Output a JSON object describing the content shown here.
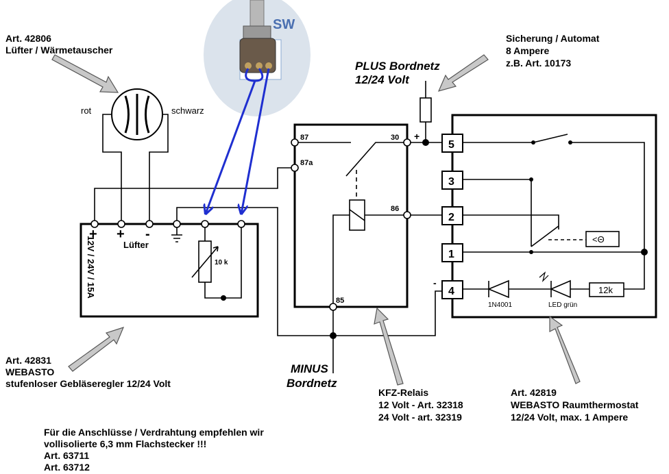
{
  "colors": {
    "wire": "#000000",
    "pot_wire": "#1f2fd0",
    "arrow_fill": "#c8c8c8",
    "arrow_stroke": "#555555",
    "photo_bg": "#dbe3ec"
  },
  "fan": {
    "art": "Art. 42806",
    "name": "Lüfter / Wärmetauscher",
    "wire_red": "rot",
    "wire_black": "schwarz"
  },
  "fuse": {
    "title": "Sicherung / Automat",
    "rating": "8 Ampere",
    "art": "z.B. Art. 10173"
  },
  "supply": {
    "plus_line1": "PLUS Bordnetz",
    "plus_line2": "12/24 Volt",
    "plus_sign": "+",
    "minus_line1": "MINUS",
    "minus_line2": "Bordnetz",
    "minus_sign": "-"
  },
  "regulator": {
    "art": "Art. 42831",
    "brand": "WEBASTO",
    "desc": "stufenloser Gebläseregler 12/24 Volt",
    "term_plus": "+",
    "term_fan_plus": "+",
    "term_fan_minus": "-",
    "fan_label": "Lüfter",
    "rating": "12V / 24V / 15A",
    "pot_value": "10 k"
  },
  "relay": {
    "pins": {
      "p87": "87",
      "p87a": "87a",
      "p30": "30",
      "p86": "86",
      "p85": "85"
    },
    "title": "KFZ-Relais",
    "v12": "12 Volt - Art. 32318",
    "v24": "24 Volt - art. 32319"
  },
  "thermostat": {
    "terminals": [
      "5",
      "3",
      "2",
      "1",
      "4"
    ],
    "diode": "1N4001",
    "led": "LED grün",
    "resistor": "12k",
    "temp_symbol": "<Θ",
    "art": "Art. 42819",
    "name": "WEBASTO Raumthermostat",
    "spec": "12/24 Volt, max. 1 Ampere"
  },
  "footer": {
    "line1": "Für die Anschlüsse / Verdrahtung empfehlen wir",
    "line2": "vollisolierte 6,3 mm Flachstecker !!!",
    "line3": "Art. 63711",
    "line4": "Art. 63712"
  }
}
